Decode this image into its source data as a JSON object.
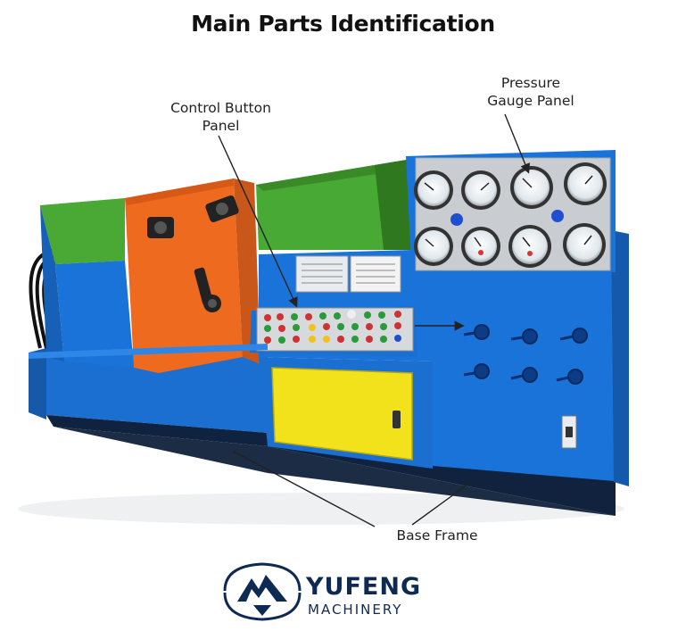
{
  "title": "Main Parts Identification",
  "callouts": {
    "control_line1": "Control Button",
    "control_line2": "Panel",
    "gauge_line1": "Pressure",
    "gauge_line2": "Gauge Panel",
    "base": "Base Frame"
  },
  "brand": {
    "name": "YUFENG",
    "subtitle": "MACHINERY"
  },
  "colors": {
    "machine_blue": "#1a73d9",
    "orange": "#ee6a1f",
    "green": "#49a935",
    "yellow": "#f2e21c",
    "brand_navy": "#0f2a52"
  }
}
